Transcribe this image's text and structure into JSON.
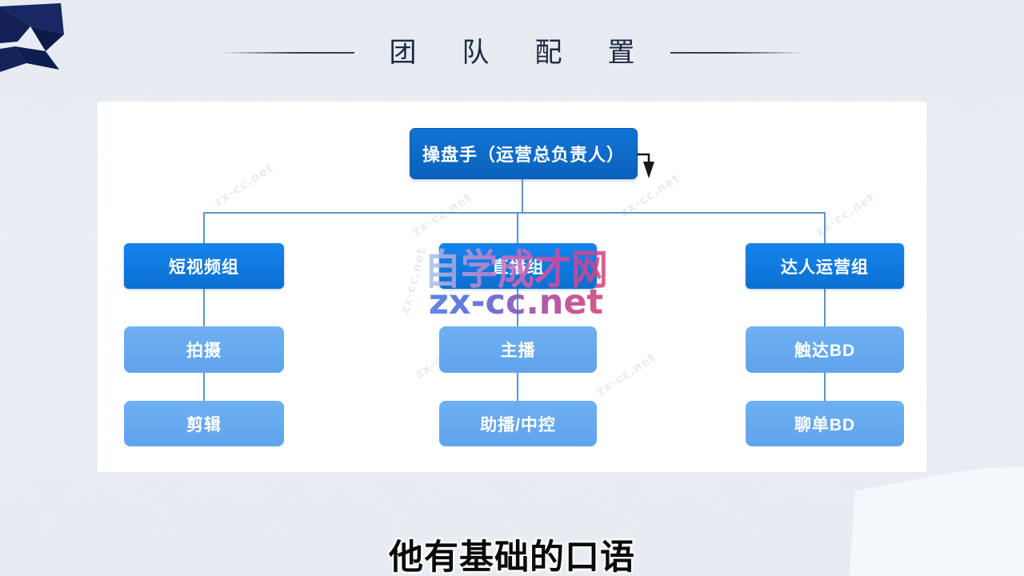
{
  "slide": {
    "title": "团队配置",
    "caption": "他有基础的口语"
  },
  "org_chart": {
    "type": "org-tree",
    "root": {
      "label": "操盘手（运营总负责人）"
    },
    "groups": [
      {
        "label": "短视频组",
        "children": [
          "拍摄",
          "剪辑"
        ]
      },
      {
        "label": "直播组",
        "children": [
          "主播",
          "助播/中控"
        ]
      },
      {
        "label": "达人运营组",
        "children": [
          "触达BD",
          "聊单BD"
        ]
      }
    ]
  },
  "watermark": {
    "site_name": "自学成才网",
    "site_url": "zx-cc.net"
  },
  "colors": {
    "root_box_blue": "#0d6cca",
    "group_box_blue": "#0f7de2",
    "sub_box_blue": "#66a9ef",
    "connector_blue": "#5f94c8",
    "ribbon_navy": "#16265e",
    "watermark_pink": "#e0459a",
    "watermark_blue": "#4a86e8"
  }
}
